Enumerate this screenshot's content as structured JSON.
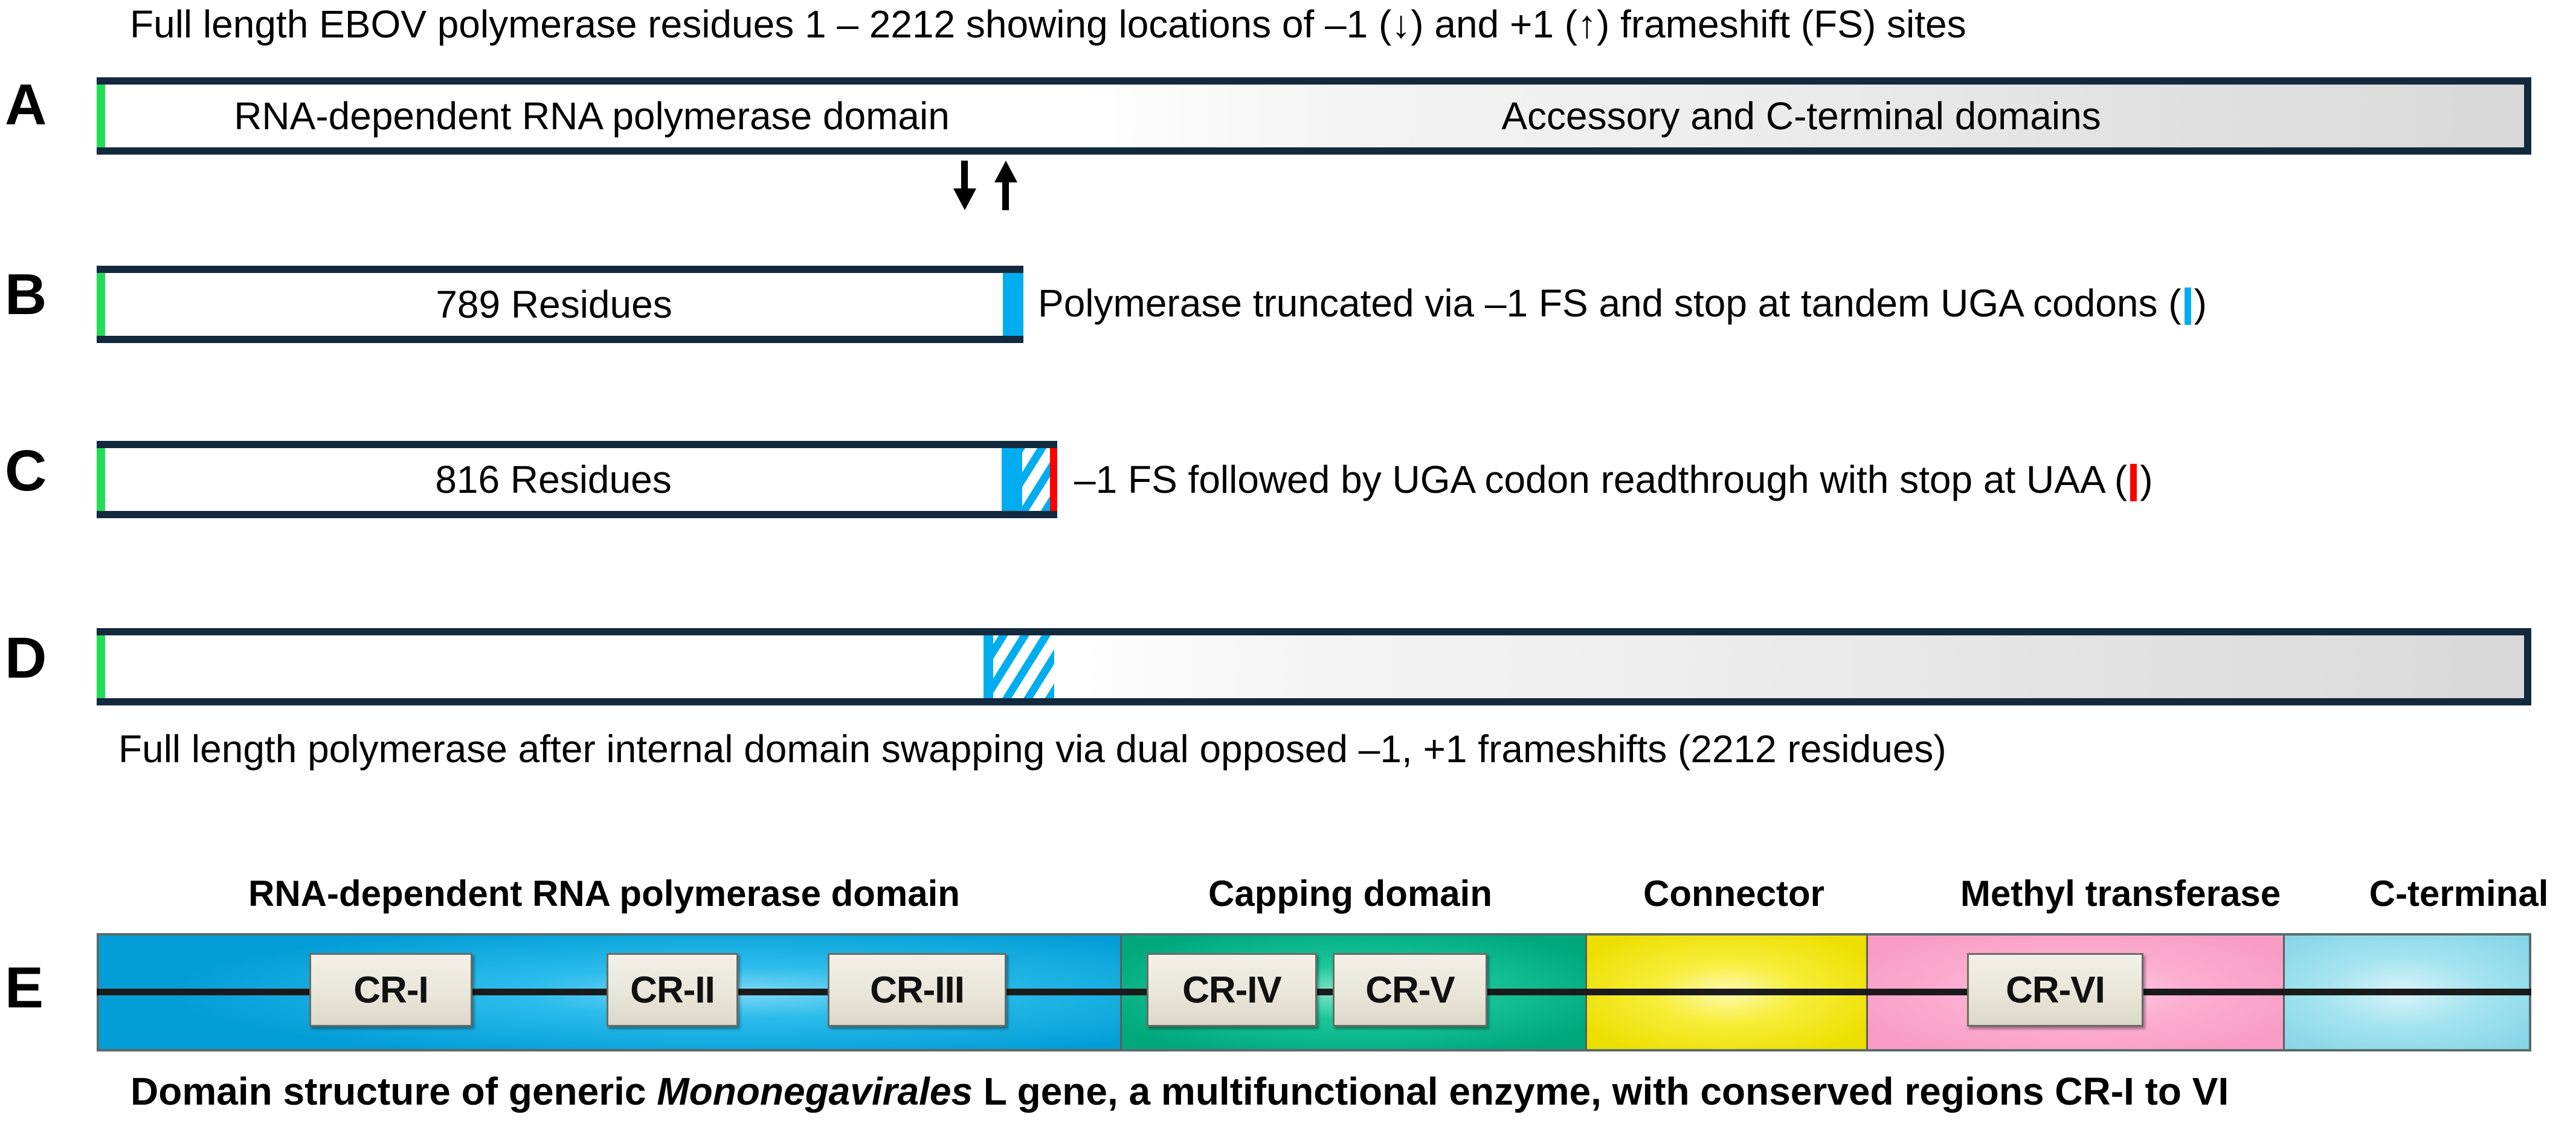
{
  "figure": {
    "title": "Full length EBOV polymerase residues 1 – 2212 showing locations of –1 (↓) and +1 (↑) frameshift (FS) sites",
    "panel_letters": {
      "a": "A",
      "b": "B",
      "c": "C",
      "d": "D",
      "e": "E"
    }
  },
  "panel_a": {
    "letter": "A",
    "left_domain_label": "RNA-dependent RNA polymerase domain",
    "right_domain_label": "Accessory and C-terminal domains",
    "total_residues": "2212",
    "start_residue": "1",
    "colors": {
      "start_marker": "#22DD55",
      "outline": "#13293D",
      "left_fill": "#ffffff",
      "right_fill": "#d9d9d9"
    }
  },
  "frameshift_markers": {
    "minus_one_glyph": "↓",
    "plus_one_glyph": "↑",
    "minus_one_name": "minus-1-frameshift-arrow",
    "plus_one_name": "plus-1-frameshift-arrow"
  },
  "panel_b": {
    "letter": "B",
    "bar_label": "789 Residues",
    "residues": 789,
    "caption_pre": "Polymerase truncated via –1 FS and stop at tandem UGA codons (",
    "caption_post": ")",
    "stop_codon": "UGA",
    "colors": {
      "start_marker": "#22DD55",
      "stop_marker": "#00AEEF",
      "outline": "#13293D"
    }
  },
  "panel_c": {
    "letter": "C",
    "bar_label": "816 Residues",
    "residues": 816,
    "caption_pre": "–1 FS followed by UGA codon readthrough with stop at UAA (",
    "caption_post": ")",
    "readthrough_codon": "UGA",
    "stop_codon": "UAA",
    "colors": {
      "start_marker": "#22DD55",
      "readthrough_marker": "#00AEEF",
      "stop_marker": "#FF0000",
      "outline": "#13293D"
    }
  },
  "panel_d": {
    "letter": "D",
    "caption": "Full length polymerase after internal domain swapping via dual opposed –1, +1 frameshifts (2212 residues)",
    "residues": 2212,
    "colors": {
      "start_marker": "#22DD55",
      "swap_marker": "#00AEEF",
      "outline": "#13293D"
    }
  },
  "panel_e": {
    "letter": "E",
    "caption_pre": "Domain structure of generic ",
    "caption_italic": "Mononegavirales",
    "caption_post": " L gene, a multifunctional enzyme, with conserved regions CR-I to VI",
    "domains": [
      {
        "label": "RNA-dependent RNA polymerase domain",
        "color": "#0FA3DC",
        "name": "domain-rdrp"
      },
      {
        "label": "Capping domain",
        "color": "#00B88A",
        "name": "domain-capping"
      },
      {
        "label": "Connector",
        "color": "#F2E500",
        "name": "domain-connector"
      },
      {
        "label": "Methyl transferase",
        "color": "#FBAECD",
        "name": "domain-methyl-transferase"
      },
      {
        "label": "C-terminal",
        "color": "#93DDEC",
        "name": "domain-c-terminal"
      }
    ],
    "conserved_regions": [
      {
        "label": "CR-I",
        "domain": "RNA-dependent RNA polymerase domain"
      },
      {
        "label": "CR-II",
        "domain": "RNA-dependent RNA polymerase domain"
      },
      {
        "label": "CR-III",
        "domain": "RNA-dependent RNA polymerase domain"
      },
      {
        "label": "CR-IV",
        "domain": "Capping domain"
      },
      {
        "label": "CR-V",
        "domain": "Capping domain"
      },
      {
        "label": "CR-VI",
        "domain": "Methyl transferase"
      }
    ]
  }
}
